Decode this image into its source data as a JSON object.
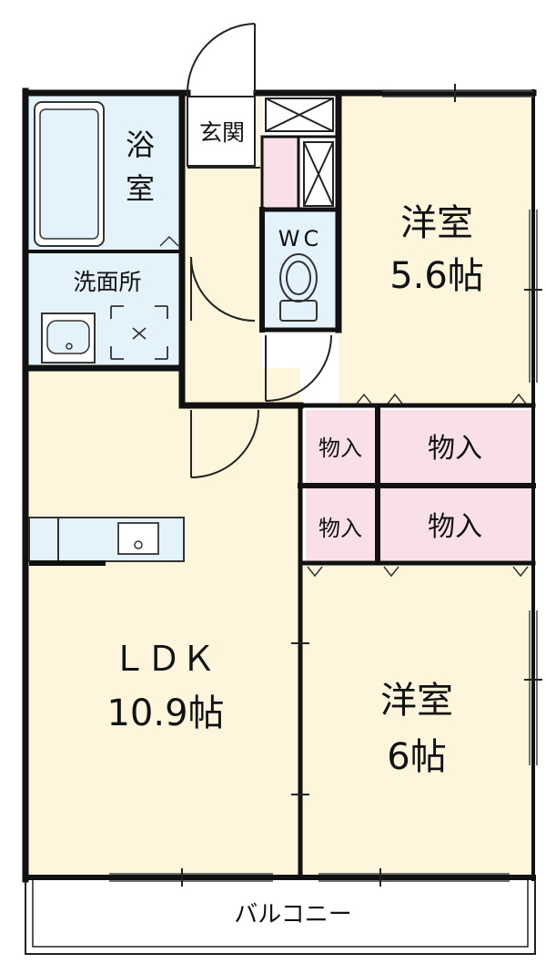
{
  "labels": {
    "bath": [
      "浴",
      "室"
    ],
    "genkan": "玄関",
    "wc": "WC",
    "washroom": "洗面所",
    "room_north": {
      "name": "洋室",
      "size": "5.6帖"
    },
    "storage_small_1": "物入",
    "storage_large_1": "物入",
    "storage_small_2": "物入",
    "storage_large_2": "物入",
    "ldk": {
      "name": "ＬＤＫ",
      "size": "10.9帖"
    },
    "room_south": {
      "name": "洋室",
      "size": "6帖"
    },
    "balcony": "バルコニー"
  },
  "colors": {
    "wall": "#111111",
    "living_floor": "#fdf6dc",
    "wet_area": "#e3f2fb",
    "storage": "#f9e0e8",
    "balcony": "#ffffff"
  }
}
